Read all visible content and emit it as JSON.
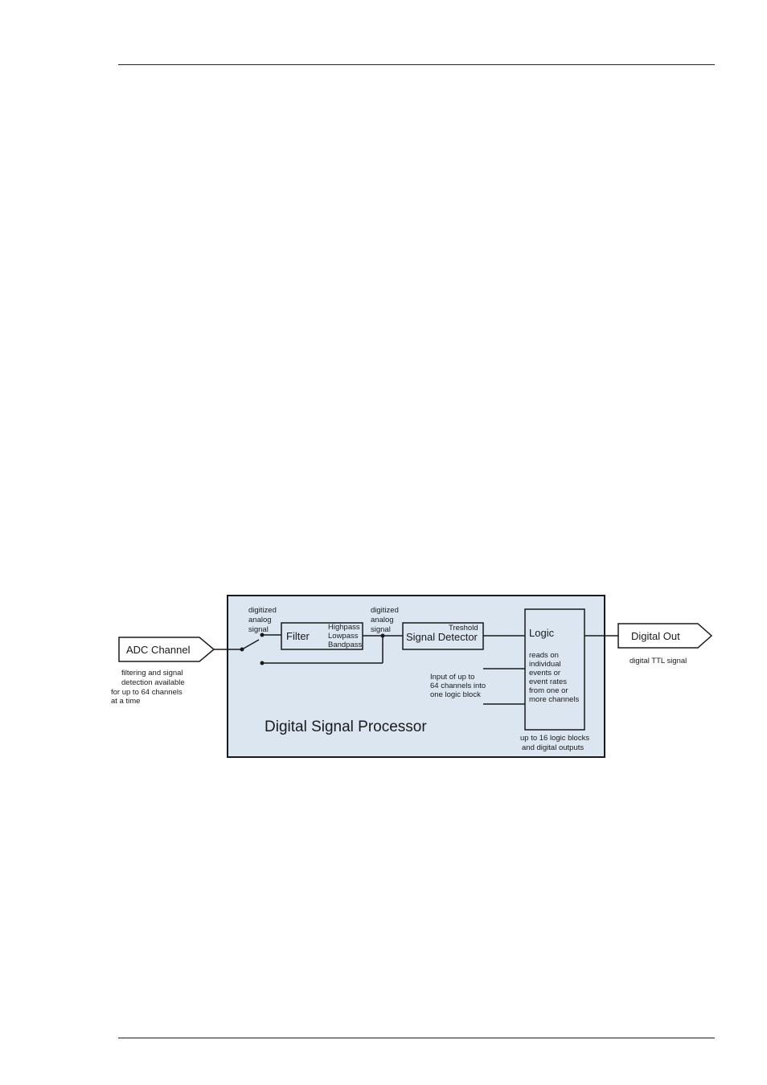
{
  "diagram": {
    "dsp_title": "Digital Signal Processor",
    "adc_channel": "ADC Channel",
    "adc_note": [
      "filtering and signal",
      "detection available",
      "for up to 64 channels",
      "at a time"
    ],
    "digitized_label_1": [
      "digitized",
      "analog",
      "signal"
    ],
    "digitized_label_2": [
      "digitized",
      "analog",
      "signal"
    ],
    "filter": {
      "label": "Filter",
      "options": [
        "Highpass",
        "Lowpass",
        "Bandpass"
      ]
    },
    "signal_detector": {
      "label": "Signal Detector",
      "note": "Treshold"
    },
    "logic": {
      "label": "Logic",
      "description": [
        "reads on",
        "individual",
        "events or",
        "event rates",
        "from one or",
        "more channels"
      ]
    },
    "logic_input_note": [
      "Input of up to",
      "64 channels into",
      "one logic block"
    ],
    "logic_blocks_note": [
      "up to 16 logic blocks",
      "and digital outputs"
    ],
    "digital_out": "Digital Out",
    "digital_out_note": "digital TTL signal",
    "colors": {
      "dsp_fill": "#dce6f0",
      "stroke": "#1a1a1a",
      "white": "#ffffff"
    }
  }
}
